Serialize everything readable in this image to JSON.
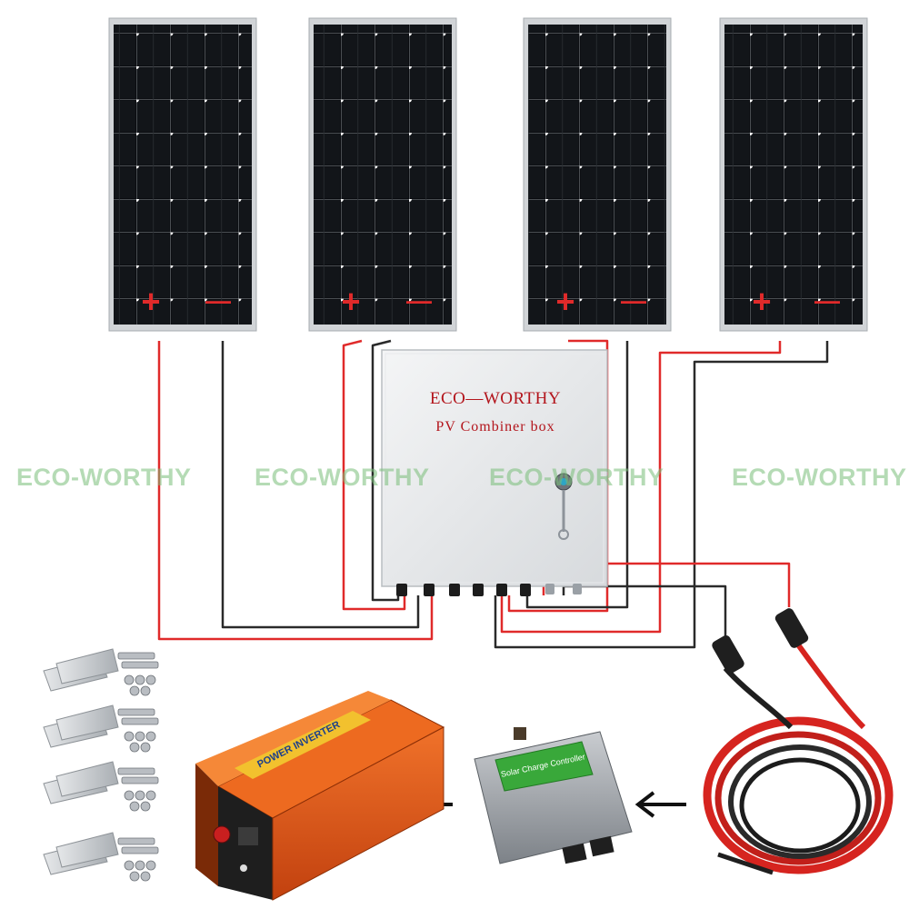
{
  "panels": [
    {
      "plus": "+",
      "minus": "—"
    },
    {
      "plus": "+",
      "minus": "—"
    },
    {
      "plus": "+",
      "minus": "—"
    },
    {
      "plus": "+",
      "minus": "—"
    }
  ],
  "combiner_box": {
    "brand": "ECO—WORTHY",
    "title": "PV  Combiner  box"
  },
  "watermarks": [
    "ECO-WORTHY",
    "ECO-WORTHY",
    "ECO-WORTHY",
    "ECO-WORTHY"
  ],
  "inverter": {
    "label": "POWER INVERTER"
  },
  "controller": {
    "label": "Solar Charge Controller"
  },
  "colors": {
    "wire_positive": "#e02a2a",
    "wire_negative": "#2a2a2a",
    "panel_cell": "#0d0f12",
    "panel_frame": "#c9cdd0",
    "inverter_body": "#e2561b",
    "watermark": "#7cbc7c"
  }
}
